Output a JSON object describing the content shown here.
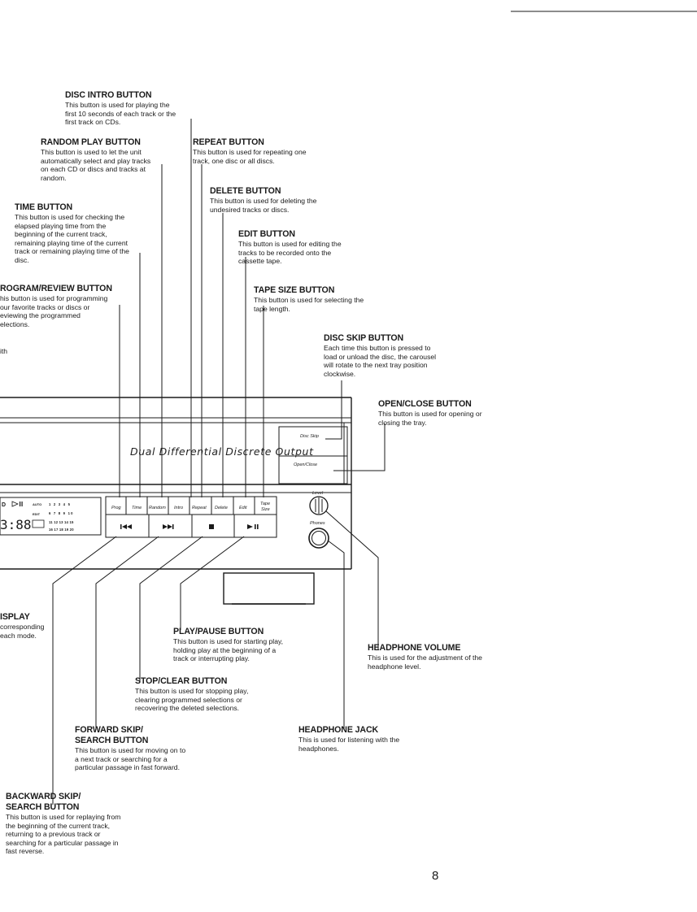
{
  "page_number": "8",
  "panel": {
    "banner": "Dual Differential Discrete Output",
    "disc_skip_label": "Disc Skip",
    "open_close_label": "Open/Close",
    "level_label": "Level",
    "phones_label": "Phones",
    "buttons": {
      "prog": "Prog",
      "time": "Time",
      "random": "Random",
      "intro": "Intro",
      "repeat": "Repeat",
      "delete": "Delete",
      "edit": "Edit",
      "tape_size_1": "Tape",
      "tape_size_2": "Size"
    },
    "display": {
      "auto": "AUTO",
      "edit": "EDIT",
      "digits": "3:88",
      "row1": "1 2 3 4 5",
      "row2": "6 7 8 9 10",
      "row3": "11 12 13 14 15",
      "row4": "16 17 18 19 20"
    }
  },
  "callouts": {
    "disc_intro": {
      "title": "DISC INTRO BUTTON",
      "lines": [
        "This button is used for playing the",
        "first 10 seconds of each track or the",
        "first track on CDs."
      ]
    },
    "random_play": {
      "title": "RANDOM PLAY BUTTON",
      "lines": [
        "This button is used to let the unit",
        "automatically select and play tracks",
        "on each CD or discs and tracks at",
        "random."
      ]
    },
    "repeat": {
      "title": "REPEAT BUTTON",
      "lines": [
        "This button is used for repeating one",
        "track, one disc or all discs."
      ]
    },
    "delete": {
      "title": "DELETE BUTTON",
      "lines": [
        "This button is used for deleting the",
        "undesired tracks or discs."
      ]
    },
    "time": {
      "title": "TIME BUTTON",
      "lines": [
        "This button is used for checking the",
        "elapsed playing time from the",
        "beginning of the current track,",
        "remaining playing time of the current",
        "track or remaining playing time of the",
        "disc."
      ]
    },
    "edit": {
      "title": "EDIT BUTTON",
      "lines": [
        "This button is used for editing the",
        "tracks to be recorded onto the",
        "cassette tape."
      ]
    },
    "program_review": {
      "title": "ROGRAM/REVIEW BUTTON",
      "lines": [
        "his button is used for programming",
        "our favorite tracks or discs or",
        "eviewing the programmed",
        "elections."
      ]
    },
    "tape_size": {
      "title": "TAPE SIZE BUTTON",
      "lines": [
        "This button is used for selecting the",
        "tape length."
      ]
    },
    "with_fragment": {
      "text": "ith"
    },
    "disc_skip": {
      "title": "DISC SKIP BUTTON",
      "lines": [
        "Each time this button is pressed to",
        "load or unload the disc, the carousel",
        "will rotate to the next tray position",
        "clockwise."
      ]
    },
    "open_close": {
      "title": "OPEN/CLOSE BUTTON",
      "lines": [
        "This button is used for opening or",
        "closing the tray."
      ]
    },
    "display": {
      "title": "ISPLAY",
      "lines": [
        "corresponding",
        "each mode."
      ]
    },
    "play_pause": {
      "title": "PLAY/PAUSE BUTTON",
      "lines": [
        "This button is used for starting play,",
        "holding play at the beginning of a",
        "track or interrupting play."
      ]
    },
    "headphone_volume": {
      "title": "HEADPHONE VOLUME",
      "lines": [
        "This is used for the adjustment of the",
        "headphone level."
      ]
    },
    "stop_clear": {
      "title": "STOP/CLEAR BUTTON",
      "lines": [
        "This button is used for stopping play,",
        "clearing programmed selections or",
        "recovering the deleted selections."
      ]
    },
    "forward_skip": {
      "title_1": "FORWARD SKIP/",
      "title_2": "SEARCH BUTTON",
      "lines": [
        "This button is used for moving on to",
        "a next track or searching for a",
        "particular passage in fast forward."
      ]
    },
    "headphone_jack": {
      "title": "HEADPHONE JACK",
      "lines": [
        "This is used for listening with the",
        "headphones."
      ]
    },
    "backward_skip": {
      "title_1": "BACKWARD SKIP/",
      "title_2": "SEARCH BUTTON",
      "lines": [
        "This button is used for replaying from",
        "the beginning of the current track,",
        "returning to a previous track or",
        "searching for a particular passage in",
        "fast reverse."
      ]
    }
  }
}
